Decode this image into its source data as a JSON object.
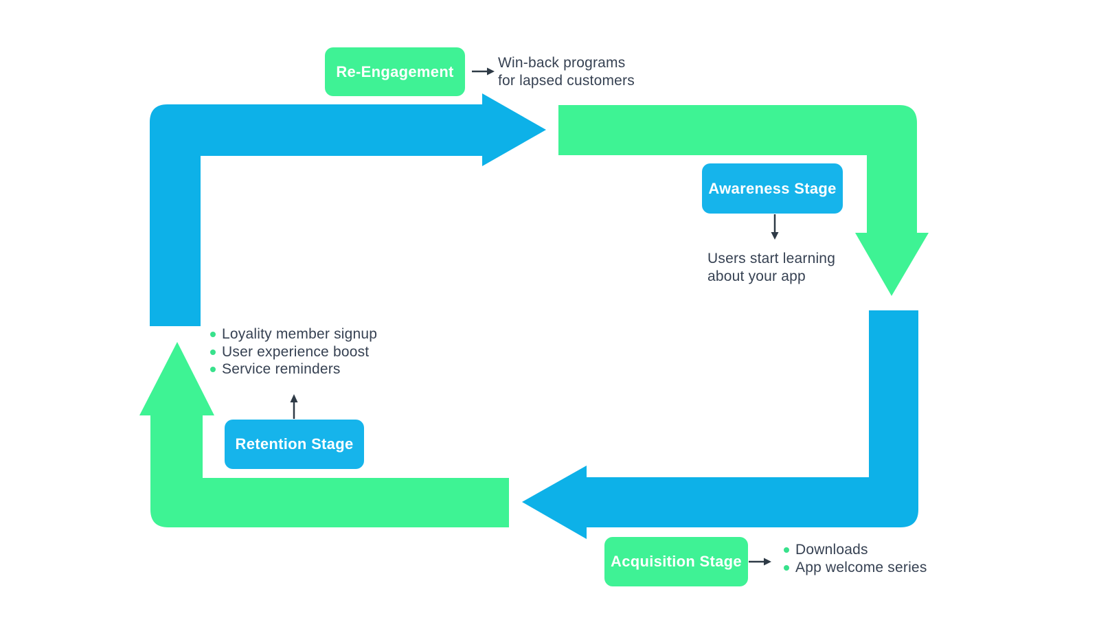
{
  "colors": {
    "arrow_blue": "#0db1e8",
    "arrow_green": "#3ef394",
    "badge_blue": "#16b4eb",
    "badge_green": "#3ff295",
    "text": "#364152",
    "connector": "#2e3a46",
    "bullet": "#38e18c",
    "background": "#ffffff"
  },
  "stages": {
    "re_engagement": {
      "label": "Re-Engagement",
      "note_line1": "Win-back programs",
      "note_line2": "for lapsed customers"
    },
    "awareness": {
      "label": "Awareness Stage",
      "note_line1": "Users start learning",
      "note_line2": "about your app"
    },
    "retention": {
      "label": "Retention Stage",
      "bullets": [
        "Loyality member signup",
        "User experience boost",
        "Service reminders"
      ]
    },
    "acquisition": {
      "label": "Acquisition Stage",
      "bullets": [
        "Downloads",
        "App welcome series"
      ]
    }
  }
}
